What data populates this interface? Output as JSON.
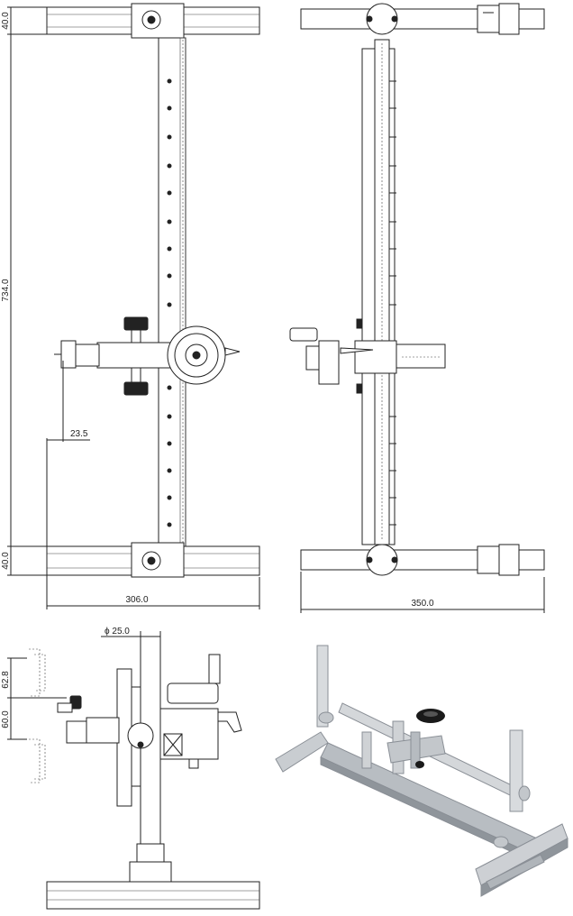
{
  "dimensions": {
    "top_left_bar_height": "40.0",
    "bottom_left_bar_height": "40.0",
    "overall_length": "734.0",
    "offset": "23.5",
    "width_front": "306.0",
    "width_side": "350.0",
    "diameter": "ϕ 25.0",
    "height_upper": "62.8",
    "height_lower": "60.0"
  },
  "colors": {
    "line": "#222222",
    "metal_light": "#d9dcdf",
    "metal_mid": "#b3b8be",
    "metal_dark": "#7d838a",
    "knob": "#1a1a1a"
  }
}
